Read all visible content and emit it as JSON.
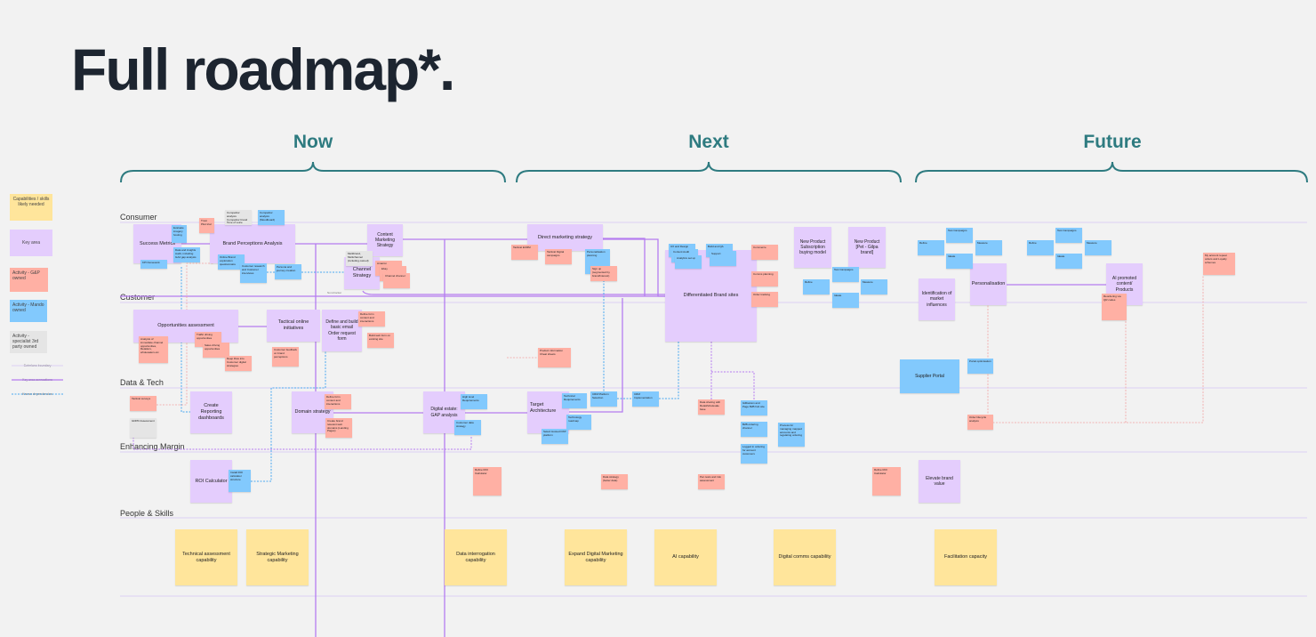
{
  "title": "Full roadmap*.",
  "phases": [
    "Now",
    "Next",
    "Future"
  ],
  "lanes": [
    "Consumer",
    "Customer",
    "Data & Tech",
    "Enhancing Margin",
    "People & Skills"
  ],
  "legend": {
    "items": [
      "Capabilities / skills likely needed",
      "Key area",
      "Activity - G&P owned",
      "Activity - Mando owned",
      "Activity - specialist 3rd party owned"
    ],
    "lines": [
      "Swimlane boundary",
      "Key area connections",
      "Known dependencies"
    ]
  },
  "colors": {
    "key_area": "#e4cdfd",
    "mando": "#82c9fd",
    "gp": "#ffb0a4",
    "third_party": "#e5e5e5",
    "capability": "#ffe59b",
    "phase": "#2e7b80"
  },
  "notes": [
    "Success Metrics",
    "Brand Perceptions Analysis",
    "Content Marketing Strategy",
    "Channel Strategy",
    "Opportunities assessment",
    "Tactical online initiatives",
    "Define and build basic email Order request form",
    "Create Reporting dashboards",
    "Domain strategy",
    "Digital estate: GAP analysis",
    "ROI Calculator",
    "Direct marketing strategy",
    "Differentiated Brand sites",
    "Target Architecture",
    "New Product Subscription buying model",
    "New Product [Pet - Gilpa brand]",
    "Identification of market influences",
    "Personalisation",
    "AI promoted content/ Products",
    "Elevate brand value",
    "Evaluate imagery hosting",
    "Data and insights Audit, including GA4 gap analysis",
    "KPI framework",
    "Competitor analysis (Moodboard)",
    "Online Brand exploration questionnaire",
    "Customer research and Customer interviews",
    "Persona and journey creation",
    "Install ROI calculator structure",
    "High level Requirements",
    "Customer data strategy",
    "Personalisation planning",
    "UX and Design",
    "Content Audit",
    "Analytics set up",
    "Build and QA",
    "Support",
    "Technical Requirements",
    "Technology roadmap",
    "Select Hosted DXP platform",
    "CRM Platform Selection",
    "CRM Implementation",
    "Gillbetram and Page B2B hub site",
    "B2B ordering channel",
    "Logged in ordering for account customers",
    "Process for managing mapped accounts and regulating ordering",
    "Test Campaigns",
    "Refine",
    "Measure",
    "Ideate",
    "Test Campaigns",
    "Refine",
    "Measure",
    "Ideate",
    "Test Campaigns",
    "Refine",
    "Measure",
    "Ideate",
    "Supplier Portal",
    "Portal optimisation",
    "Trust Pilot trial",
    "Analysis of immediate channel opportunities, Retailers, wholesalers etc",
    "Traffic driving opportunities",
    "Sales driving opportunities",
    "Deep Dive into Customer digital strategies",
    "Customer feedback on brand perceptions",
    "Amazon",
    "Ebay",
    "Channel channel",
    "Define form content and interactions",
    "Build web form on existing site",
    "Tactical surveys",
    "Define form content and interactions",
    "Create brand relevant web domains (Landing Pages)",
    "Refine ROI Calculator",
    "Tactical ECRM",
    "Tactical Digital campaigns",
    "Sign up (segmented by brand/interest)",
    "Product information Cheat sheets",
    "Commerce",
    "Comms planning",
    "Order tracking",
    "Data sharing with Retail/wholesale base",
    "Data strategy (better data)",
    "Pen tests and risk assessment",
    "Reordering via QR codes",
    "My account repeat orders and Loyalty schemes",
    "Order lifecycle analysis",
    "Refine ROI Calculator",
    "Competitor analysis Competitor brand Tone of voice",
    "Multibrand, Multichannel (including owned)",
    "GDPR Assessment",
    "Technical assessment capability",
    "Strategic Marketing capability",
    "Data interrogation capability",
    "Expand Digital Marketing capability",
    "AI capability",
    "Digital comms capability",
    "Facilitation capacity"
  ],
  "connection_label": "Non-blocker"
}
